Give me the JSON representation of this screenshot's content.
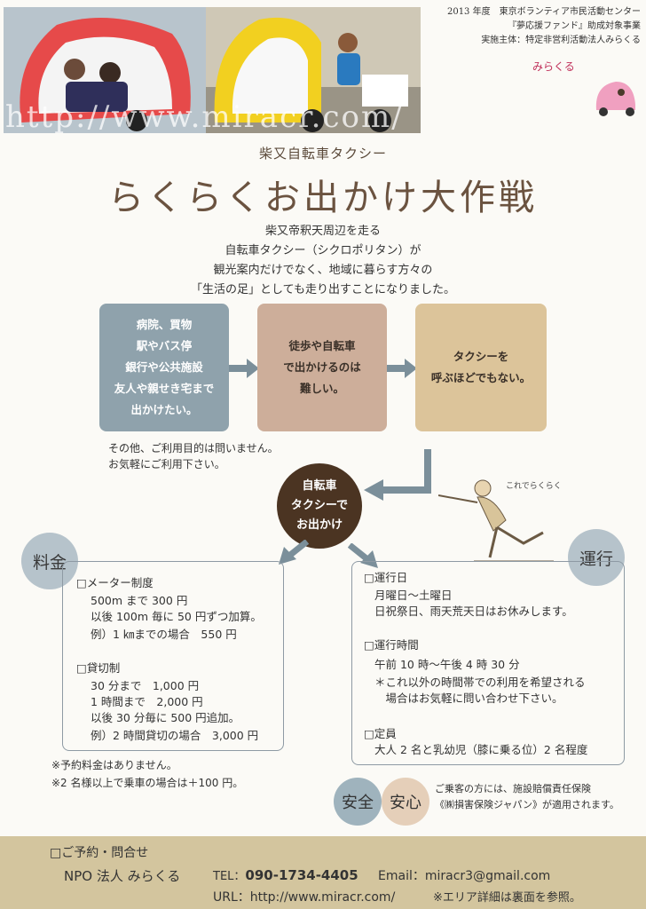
{
  "header": {
    "watermark_url": "http://www.miracr.com/",
    "info_lines": [
      "2013 年度　東京ボランティア市民活動センター",
      "『夢応援ファンド』助成対象事業",
      "実施主体：特定非営利活動法人みらくる"
    ],
    "logo_text": "みらくる"
  },
  "subtitle": "柴又自転車タクシー",
  "title": "らくらくお出かけ大作戦",
  "intro_lines": [
    "柴又帝釈天周辺を走る",
    "自転車タクシー（シクロポリタン）が",
    "観光案内だけでなく、地域に暮らす方々の",
    "「生活の足」としても走り出すことになりました。"
  ],
  "boxes": {
    "box1": [
      "病院、買物",
      "駅やバス停",
      "銀行や公共施設",
      "友人や親せき宅まで",
      "出かけたい。"
    ],
    "box2": [
      "徒歩や自転車",
      "で出かけるのは",
      "難しい。"
    ],
    "box3": [
      "タクシーを",
      "呼ぶほどでもない。"
    ]
  },
  "note1": [
    "その他、ご利用目的は問いません。",
    "お気軽にご利用下さい。"
  ],
  "center": [
    "自転車",
    "タクシーで",
    "お出かけ"
  ],
  "man_caption": "これでらくらく",
  "labels": {
    "ryokin": "料金",
    "unko": "運行"
  },
  "fare": {
    "meter_title": "□メーター制度",
    "meter_lines": [
      "500m まで 300 円",
      "以後 100m 毎に 50 円ずつ加算。",
      "例）1 ㎞までの場合　550 円"
    ],
    "charter_title": "□貸切制",
    "charter_lines": [
      "30 分まで　1,000 円",
      "1 時間まで　2,000 円",
      "以後 30 分毎に 500 円追加。",
      "例）2 時間貸切の場合　3,000 円"
    ]
  },
  "fare_notes": [
    "※予約料金はありません。",
    "※2 名様以上で乗車の場合は＋100 円。"
  ],
  "operation": {
    "days_title": "□運行日",
    "days_lines": [
      "月曜日～土曜日",
      "日祝祭日、雨天荒天日はお休みします。"
    ],
    "hours_title": "□運行時間",
    "hours_lines": [
      "午前 10 時～午後 4 時 30 分",
      "＊これ以外の時間帯での利用を希望される",
      "　場合はお気軽に問い合わせ下さい。"
    ],
    "capacity_title": "□定員",
    "capacity_lines": [
      "大人 2 名と乳幼児（膝に乗る位）2 名程度"
    ]
  },
  "safety": {
    "anzen": "安全",
    "anshin": "安心",
    "note": [
      "ご乗客の方には、施設賠償責任保険",
      "《㈱損害保険ジャパン》が適用されます。"
    ]
  },
  "footer": {
    "contact_label": "□ご予約・問合せ",
    "org": "NPO 法人 みらくる",
    "tel_label": "TEL：",
    "tel": "090-1734-4405",
    "email_label": "Email：",
    "email": "miracr3@gmail.com",
    "url_label": "URL：",
    "url": "http://www.miracr.com/",
    "area_note": "※エリア詳細は裏面を参照。"
  }
}
